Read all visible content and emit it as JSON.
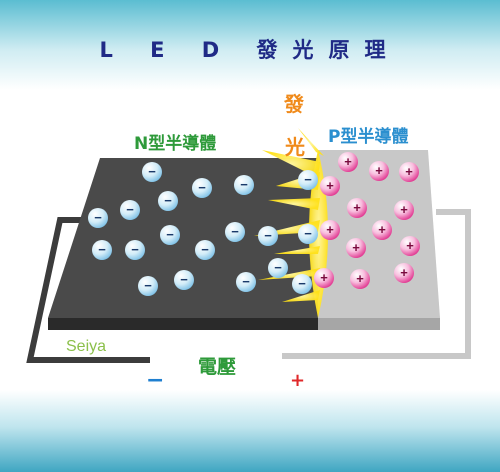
{
  "title": "L E D  發光原理",
  "emission_label": [
    "發",
    "光"
  ],
  "n_type_label": "N型半導體",
  "p_type_label": "P型半導體",
  "watermark": "Seiya",
  "voltage_label": "電壓",
  "negative_sign": "−",
  "positive_sign": "+",
  "electron_symbol": "−",
  "hole_symbol": "+",
  "colors": {
    "n_block": "#4a4a4a",
    "p_block": "#c8c8c8",
    "electron": "#a8d8f0",
    "hole": "#e83d96",
    "emission": "#ffe11a",
    "title": "#1f2a86",
    "band": "#4fb3cc"
  }
}
